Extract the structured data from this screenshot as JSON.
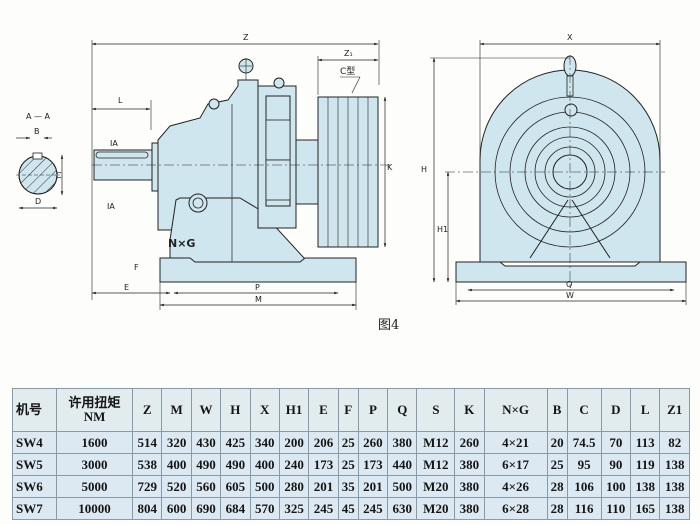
{
  "figure": {
    "caption": "图4",
    "section_label": "A — A",
    "labels": {
      "Z": "Z",
      "Z1": "Z₁",
      "L": "L",
      "E": "E",
      "F": "F",
      "P": "P",
      "M": "M",
      "NxG": "N×G",
      "C_type": "C型",
      "K": "K",
      "IA": "IA",
      "B": "B",
      "C": "C",
      "D": "D",
      "X": "X",
      "H": "H",
      "H1": "H1",
      "Q": "Q",
      "W": "W"
    }
  },
  "table": {
    "headers": [
      "机号",
      "许用扭矩\nNM",
      "Z",
      "M",
      "W",
      "H",
      "X",
      "H1",
      "E",
      "F",
      "P",
      "Q",
      "S",
      "K",
      "N×G",
      "B",
      "C",
      "D",
      "L",
      "Z1"
    ],
    "header_line1": "许用扭矩",
    "header_line2": "NM",
    "rows": [
      [
        "SW4",
        "1600",
        "514",
        "320",
        "430",
        "425",
        "340",
        "200",
        "206",
        "25",
        "260",
        "380",
        "M12",
        "260",
        "4×21",
        "20",
        "74.5",
        "70",
        "113",
        "82"
      ],
      [
        "SW5",
        "3000",
        "538",
        "400",
        "490",
        "490",
        "400",
        "240",
        "173",
        "25",
        "173",
        "440",
        "M12",
        "380",
        "6×17",
        "25",
        "95",
        "90",
        "119",
        "138"
      ],
      [
        "SW6",
        "5000",
        "729",
        "520",
        "560",
        "605",
        "500",
        "280",
        "201",
        "35",
        "201",
        "500",
        "M20",
        "380",
        "4×26",
        "28",
        "106",
        "100",
        "138",
        "138"
      ],
      [
        "SW7",
        "10000",
        "804",
        "600",
        "690",
        "684",
        "570",
        "325",
        "245",
        "45",
        "245",
        "630",
        "M20",
        "380",
        "6×28",
        "28",
        "116",
        "110",
        "165",
        "138"
      ]
    ]
  },
  "colors": {
    "body_fill": "#cfe6ee",
    "line": "#1a1a1a",
    "table_bg": "#dde9f2",
    "table_border": "#8a9aa4"
  }
}
